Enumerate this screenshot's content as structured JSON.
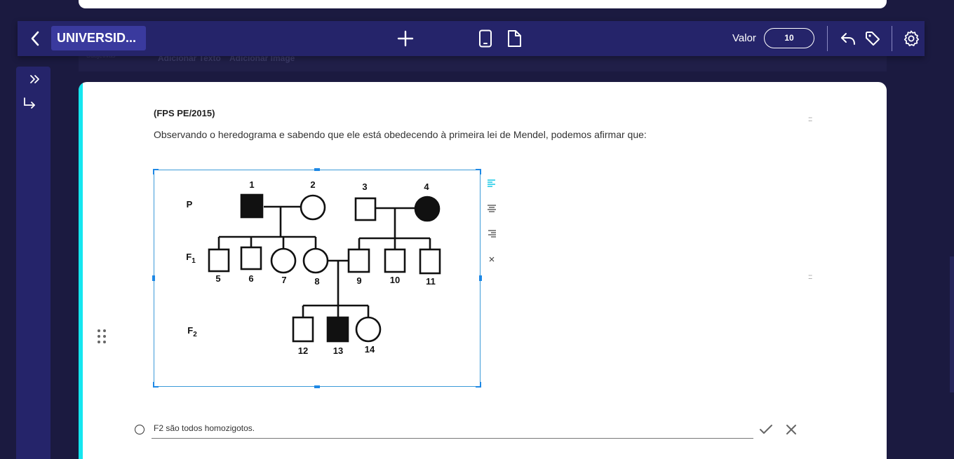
{
  "header": {
    "title": "UNIVERSID...",
    "valor_label": "Valor",
    "valor_value": "10"
  },
  "background_ghost": {
    "left_small": "Subjetivas",
    "add_text": "Adicionar Texto",
    "add_image": "Adicionar Image"
  },
  "question": {
    "source": "(FPS PE/2015)",
    "prompt": "Observando o heredograma e sabendo que ele está obedecendo à primeira lei de Mendel, podemos afirmar que:"
  },
  "pedigree": {
    "generations": [
      "P",
      "F1",
      "F2"
    ],
    "individuals": {
      "i1": "1",
      "i2": "2",
      "i3": "3",
      "i4": "4",
      "i5": "5",
      "i6": "6",
      "i7": "7",
      "i8": "8",
      "i9": "9",
      "i10": "10",
      "i11": "11",
      "i12": "12",
      "i13": "13",
      "i14": "14"
    }
  },
  "answer": {
    "text": "F2 são todos homozigotos."
  },
  "colors": {
    "background": "#1b1a40",
    "bar": "#25246a",
    "title_pill": "#3a3a9e",
    "accent": "#14e6ef",
    "selection": "#1e88e5"
  },
  "icons": [
    "chevron-left-icon",
    "plus-icon",
    "mobile-icon",
    "document-icon",
    "reply-icon",
    "tag-icon",
    "gear-icon",
    "double-chevron-right-icon",
    "turn-down-right-icon",
    "drag-handle-icon",
    "align-left-icon",
    "align-center-icon",
    "align-right-icon",
    "close-icon",
    "check-icon"
  ]
}
